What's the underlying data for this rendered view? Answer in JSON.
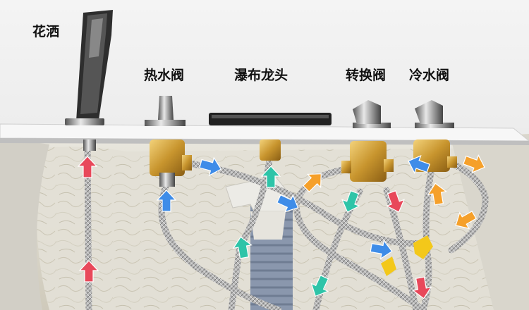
{
  "labels": {
    "shower": "花洒",
    "hot_valve": "热水阀",
    "waterfall_faucet": "瀑布龙头",
    "diverter_valve": "转换阀",
    "cold_valve": "冷水阀"
  },
  "arrow_colors": {
    "hot": "#e8485a",
    "cold": "#3e8ce8",
    "mixed": "#2ec4a8",
    "warm": "#f5a02a"
  }
}
